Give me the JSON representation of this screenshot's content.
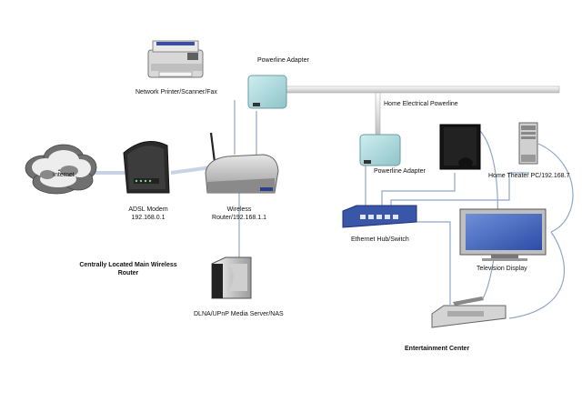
{
  "labels": {
    "printer": "Network Printer/Scanner/Fax",
    "powerline_top": "Powerline Adapter",
    "home_powerline": "Home Electrical Powerline",
    "internet": "Internet",
    "modem_line1": "ADSL Modem",
    "modem_line2": "192.168.0.1",
    "router_line1": "Wireless",
    "router_line2": "Router/192.168.1.1",
    "central_line1": "Centrally Located Main Wireless",
    "central_line2": "Router",
    "nas": "DLNA/UPnP Media Server/NAS",
    "powerline_mid": "Powerline Adapter",
    "hub": "Ethernet Hub/Switch",
    "htpc": "Home Theater PC/192.168.7",
    "tv": "Television Display",
    "entertainment": "Entertainment Center"
  },
  "colors": {
    "ethernet": "#8fa8c8",
    "coax": "#c8d4e4",
    "powerline": "#d8d8d8",
    "adapter": "#a8d4d8",
    "hub": "#3a56a8"
  }
}
